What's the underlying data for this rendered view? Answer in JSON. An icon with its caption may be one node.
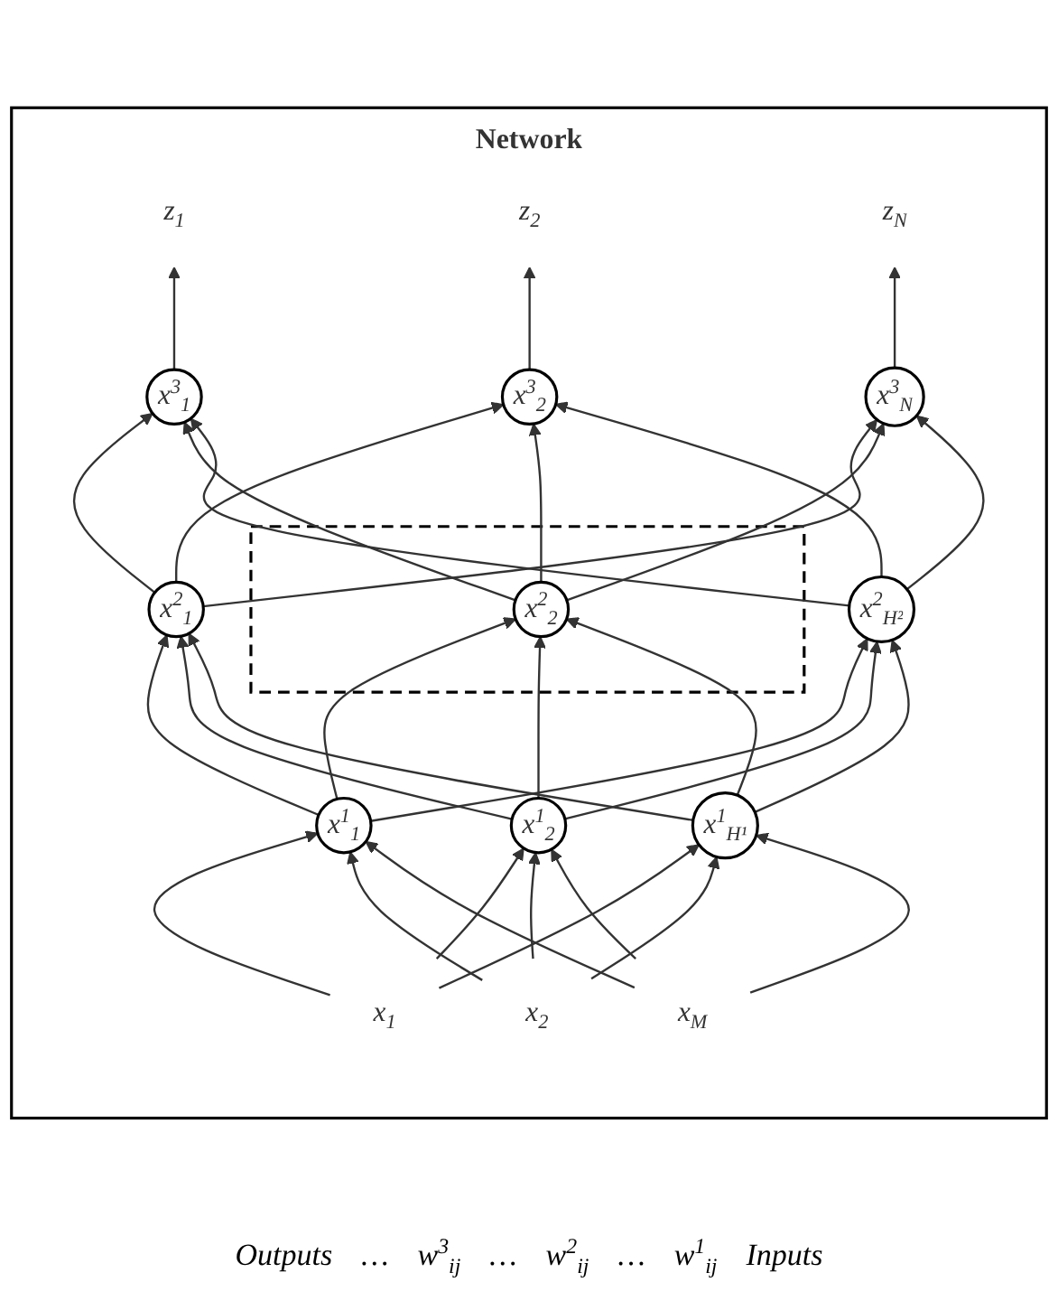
{
  "diagram": {
    "nodes": [
      {
        "text": [
          "Network"
        ]
      },
      {
        "text": [
          "z$_{1}$"
        ],
        "in": 0
      },
      {
        "text": [
          "z$_{2}$"
        ],
        "in": 0
      },
      {
        "text": [
          "z$_{N}$"
        ],
        "in": 0
      },
      {
        "text": [
          "x$^{3}$$_{1}$"
        ],
        "in": 0
      },
      {
        "text": [
          "x$^{3}$$_{2}$"
        ],
        "in": 0
      },
      {
        "text": [
          "x$^{3}$$_{N}$"
        ],
        "in": 0
      },
      {
        "text": [
          "x$^{2}$$_{1}$"
        ],
        "in": 0
      },
      {
        "text": [],
        "shape": "box",
        "in": 0
      },
      {
        "text": [
          "x$^{2}$$_{2}$"
        ],
        "in": 8
      },
      {
        "text": [
          "x$^{2}$$_{H²}$"
        ],
        "in": 0
      },
      {
        "text": [
          "x$^{1}$$_{1}$"
        ],
        "in": 0
      },
      {
        "text": [
          "x$^{1}$$_{2}$"
        ],
        "in": 0
      },
      {
        "text": [
          "x$^{1}$$_{H¹}$"
        ],
        "in": 0
      },
      {
        "text": [
          "x$_{1}$"
        ],
        "in": 0
      },
      {
        "text": [
          "x$_{2}$"
        ],
        "in": 0
      },
      {
        "text": [
          "x$_{M}$"
        ],
        "in": 0
      }
    ],
    "edges": [
      {
        "from": 4,
        "to": 1,
        "arrow": "to"
      },
      {
        "from": 5,
        "to": 2,
        "arrow": "to"
      },
      {
        "from": 6,
        "to": 3,
        "arrow": "to"
      },
      {
        "from": 7,
        "to": 4,
        "arrow": "to"
      },
      {
        "from": 7,
        "to": 5,
        "arrow": "to"
      },
      {
        "from": 7,
        "to": 6,
        "arrow": "to"
      },
      {
        "from": 9,
        "to": 4,
        "arrow": "to"
      },
      {
        "from": 9,
        "to": 5,
        "arrow": "to"
      },
      {
        "from": 9,
        "to": 6,
        "arrow": "to"
      },
      {
        "from": 10,
        "to": 4,
        "arrow": "to"
      },
      {
        "from": 10,
        "to": 5,
        "arrow": "to"
      },
      {
        "from": 10,
        "to": 6,
        "arrow": "to"
      },
      {
        "from": 11,
        "to": 7,
        "arrow": "to"
      },
      {
        "from": 11,
        "to": 9,
        "arrow": "to"
      },
      {
        "from": 11,
        "to": 10,
        "arrow": "to"
      },
      {
        "from": 12,
        "to": 7,
        "arrow": "to"
      },
      {
        "from": 12,
        "to": 9,
        "arrow": "to"
      },
      {
        "from": 12,
        "to": 10,
        "arrow": "to"
      },
      {
        "from": 13,
        "to": 7,
        "arrow": "to"
      },
      {
        "from": 13,
        "to": 9,
        "arrow": "to"
      },
      {
        "from": 13,
        "to": 10,
        "arrow": "to"
      },
      {
        "from": 14,
        "to": 11,
        "arrow": "to"
      },
      {
        "from": 14,
        "to": 12,
        "arrow": "to"
      },
      {
        "from": 14,
        "to": 13,
        "arrow": "to"
      },
      {
        "from": 15,
        "to": 11,
        "arrow": "to"
      },
      {
        "from": 15,
        "to": 12,
        "arrow": "to"
      },
      {
        "from": 15,
        "to": 13,
        "arrow": "to"
      },
      {
        "from": 16,
        "to": 11,
        "arrow": "to"
      },
      {
        "from": 16,
        "to": 12,
        "arrow": "to"
      },
      {
        "from": 16,
        "to": 13,
        "arrow": "to"
      }
    ],
    "labels": [
      "Outputs",
      "…",
      "w$^{3}$$_{ij}$",
      "…",
      "w$^{2}$$_{ij}$",
      "…",
      "w$^{1}$$_{ij}$",
      "Inputs"
    ]
  }
}
